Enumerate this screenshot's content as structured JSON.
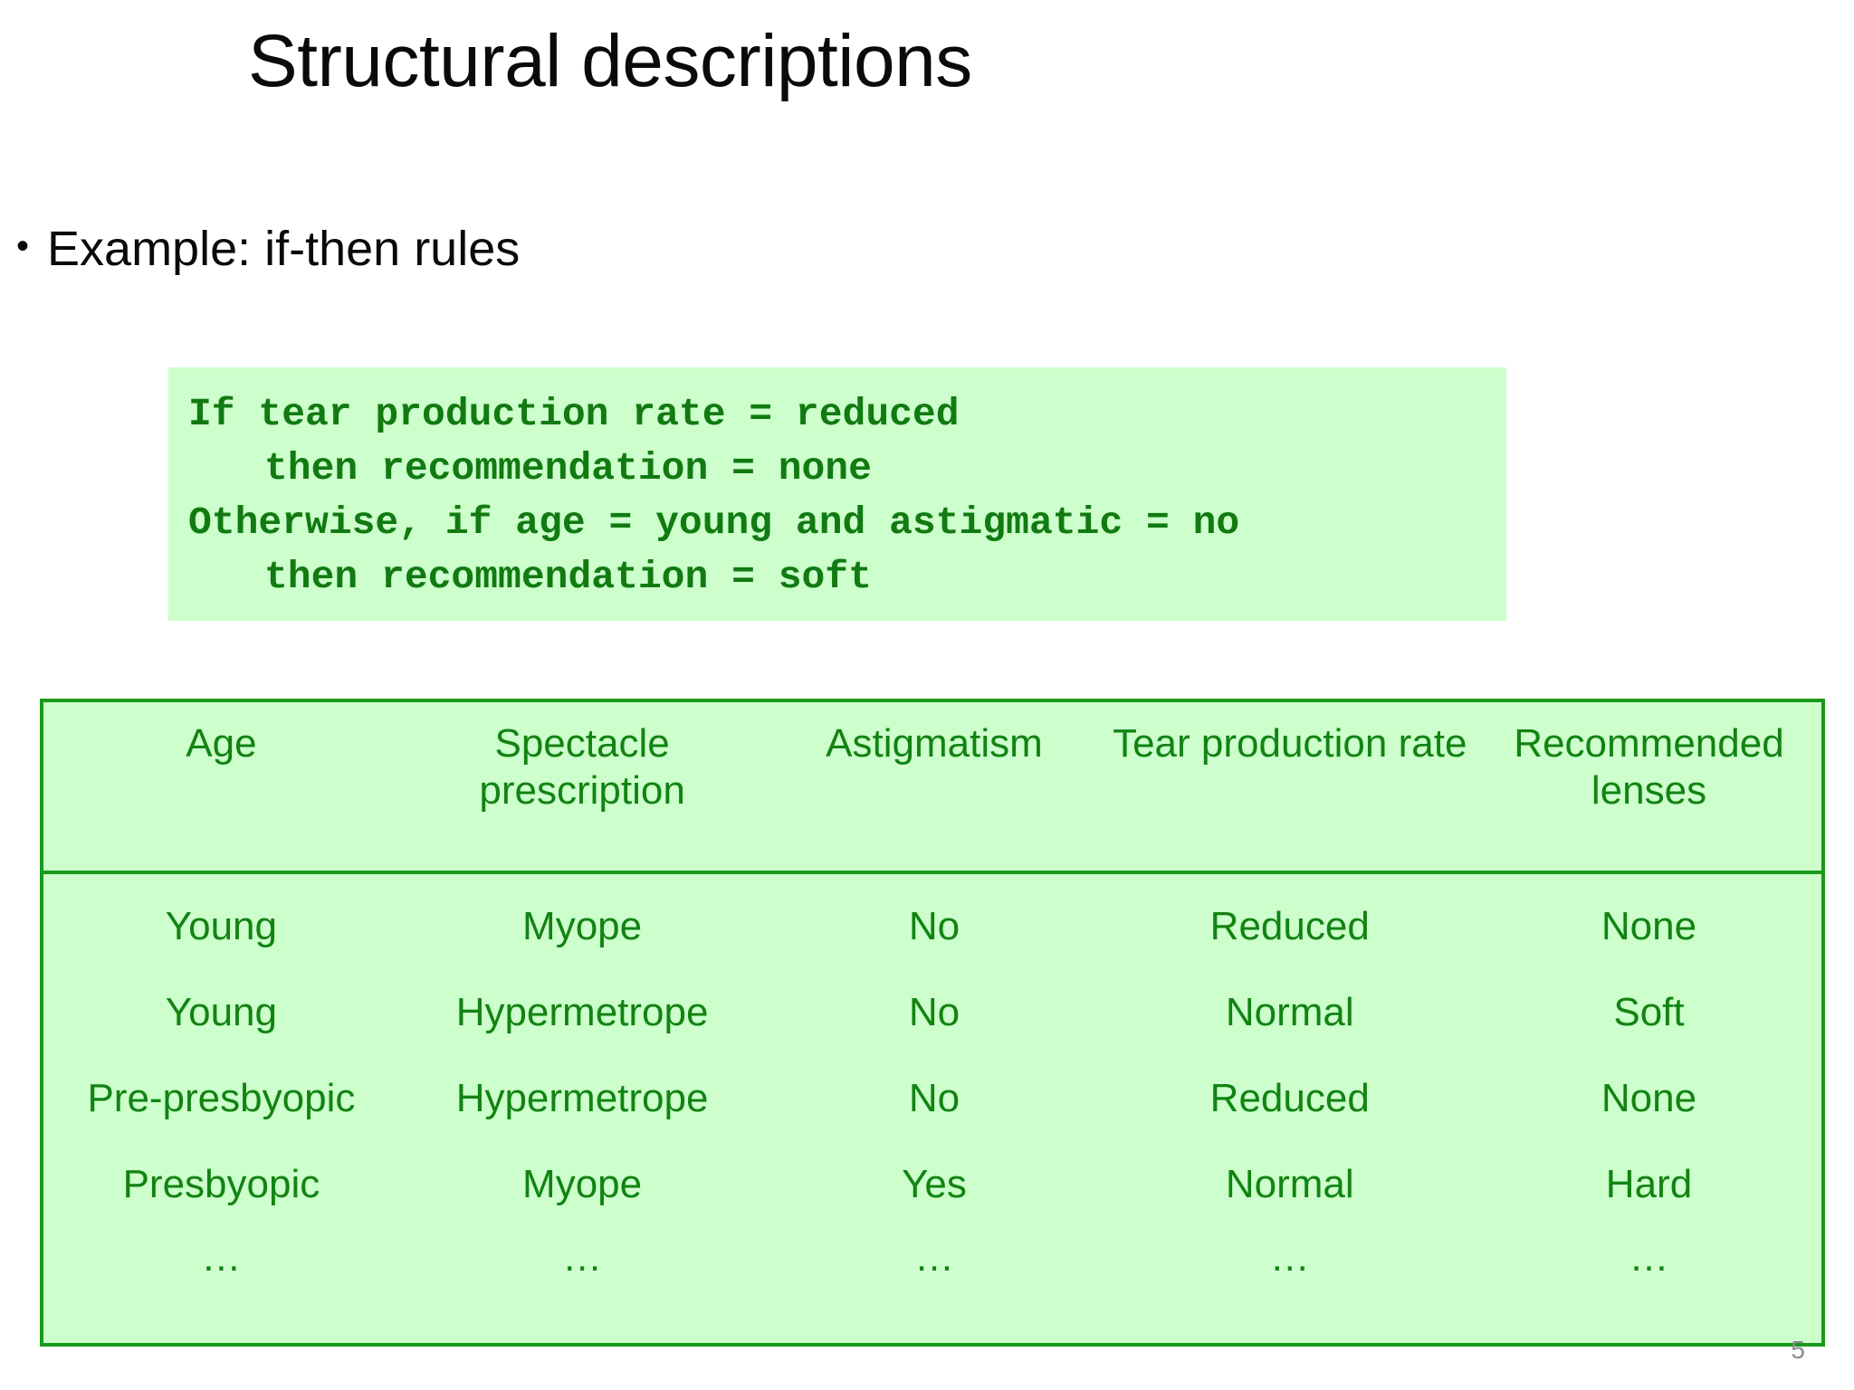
{
  "slide": {
    "title": "Structural descriptions",
    "page_number": "5",
    "accent_color": "#1a9a1a",
    "panel_fill": "#ccffcc",
    "text_green": "#128312"
  },
  "bullets": [
    {
      "marker": "•",
      "text": "Example: if-then rules"
    }
  ],
  "rule_block": {
    "lines": [
      {
        "text": "If tear production rate = reduced",
        "indent": false
      },
      {
        "text": "then recommendation = none",
        "indent": true
      },
      {
        "text": "Otherwise, if age = young and astigmatic = no",
        "indent": false
      },
      {
        "text": "then recommendation = soft",
        "indent": true
      }
    ]
  },
  "table": {
    "headers": [
      "Age",
      "Spectacle prescription",
      "Astigmatism",
      "Tear production rate",
      "Recommended lenses"
    ],
    "rows": [
      [
        "Young",
        "Myope",
        "No",
        "Reduced",
        "None"
      ],
      [
        "Young",
        "Hypermetrope",
        "No",
        "Normal",
        "Soft"
      ],
      [
        "Pre-presbyopic",
        "Hypermetrope",
        "No",
        "Reduced",
        "None"
      ],
      [
        "Presbyopic",
        "Myope",
        "Yes",
        "Normal",
        "Hard"
      ],
      [
        "…",
        "…",
        "…",
        "…",
        "…"
      ]
    ]
  }
}
